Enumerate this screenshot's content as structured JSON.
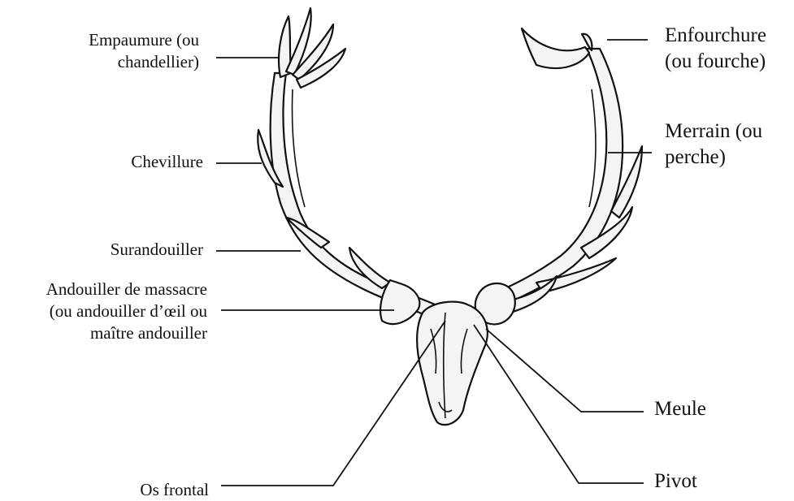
{
  "labels": {
    "empaumure": [
      "Empaumure (ou",
      "chandellier)"
    ],
    "chevillure": [
      "Chevillure"
    ],
    "surandouiller": [
      "Surandouiller"
    ],
    "andouiller_massacre": [
      "Andouiller de massacre",
      "(ou andouiller d’œil ou",
      "maître andouiller"
    ],
    "os_frontal": [
      "Os frontal"
    ],
    "enfourchure": [
      "Enfourchure",
      "(ou fourche)"
    ],
    "merrain": [
      "Merrain (ou",
      "perche)"
    ],
    "meule": [
      "Meule"
    ],
    "pivot": [
      "Pivot"
    ]
  },
  "colors": {
    "ink": "#111111",
    "antler_fill": "#f4f4f4"
  }
}
